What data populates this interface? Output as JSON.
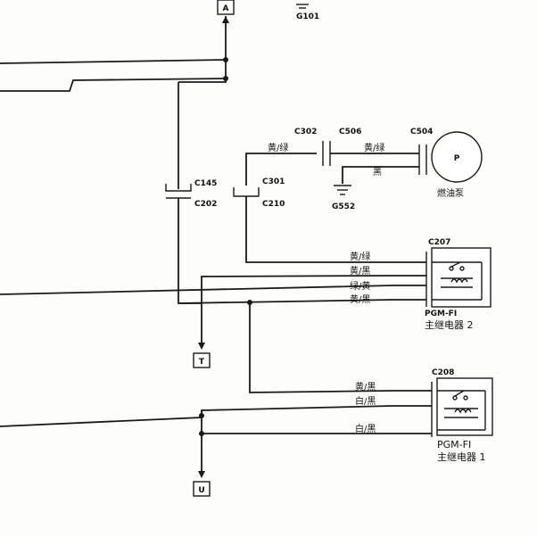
{
  "terminals": {
    "a": "A",
    "t": "T",
    "u": "U"
  },
  "grounds": {
    "g101": "G101",
    "g552": "G552"
  },
  "connectors": {
    "c145": "C145",
    "c202": "C202",
    "c301": "C301",
    "c210": "C210",
    "c302": "C302",
    "c506": "C506",
    "c504": "C504",
    "c207": "C207",
    "c208": "C208"
  },
  "wire_colors": {
    "pump_left": "黄/绿",
    "pump_right_top": "黄/绿",
    "pump_right_bottom": "黑",
    "relay2": [
      "黄/绿",
      "黄/黑",
      "绿/黄",
      "黄/黑"
    ],
    "relay1": [
      "黄/黑",
      "白/黑",
      "白/黑"
    ]
  },
  "fuel_pump": {
    "symbol": "P",
    "label": "燃油泵"
  },
  "relay2": {
    "title": "PGM-FI",
    "label": "主继电器 2"
  },
  "relay1": {
    "title": "PGM-FI",
    "label": "主继电器 1"
  }
}
